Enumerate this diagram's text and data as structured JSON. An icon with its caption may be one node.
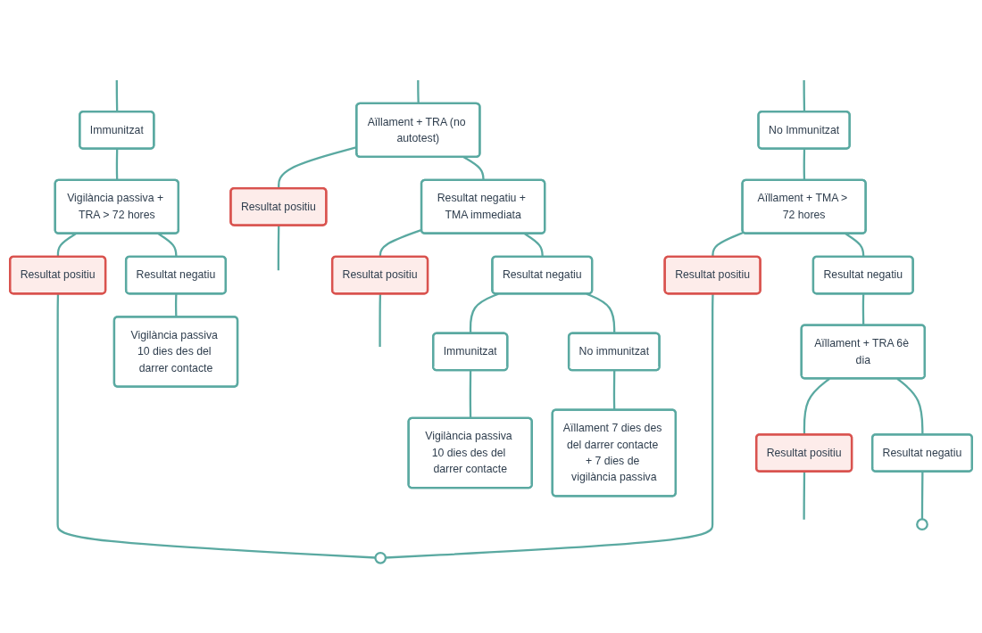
{
  "diagram": {
    "nodes": [
      {
        "text": [
          "Aïllament + TRA (no autotest)"
        ]
      },
      {
        "text": [
          "Resultat positiu"
        ]
      },
      {
        "text": [
          "Resultat negatiu + TMA immediata"
        ]
      },
      {
        "text": [
          "Resultat positiu"
        ]
      },
      {
        "text": [
          "Resultat negatiu"
        ]
      },
      {
        "text": [
          "Immunitzat"
        ]
      },
      {
        "text": [
          "No immunitzat"
        ]
      },
      {
        "text": [
          "Vigilància passiva 10 dies des del darrer contacte"
        ]
      },
      {
        "text": [
          "Aïllament 7 dies des del darrer contacte + 7 dies de vigilància passiva"
        ]
      },
      {
        "text": [
          "Immunitzat"
        ]
      },
      {
        "text": [
          "No Immunitzat"
        ]
      },
      {
        "text": [
          "Vigilància passiva + TRA > 72 hores"
        ]
      },
      {
        "text": [
          "Aïllament + TMA > 72 hores"
        ]
      },
      {
        "text": [
          "Resultat positiu"
        ]
      },
      {
        "text": [
          "Resultat negatiu"
        ]
      },
      {
        "text": [
          "Vigilància passiva 10 dies des del darrer contacte"
        ]
      },
      {
        "text": [
          "Resultat positiu"
        ]
      },
      {
        "text": [
          "Resultat negatiu"
        ]
      },
      {
        "text": [
          "Aïllament + TRA 6è dia"
        ]
      },
      {
        "text": [
          "Resultat positiu"
        ]
      },
      {
        "text": [
          "Resultat negatiu"
        ]
      },
      {
        "text": [],
        "shape": "circle"
      },
      {
        "text": [],
        "shape": "circle"
      }
    ],
    "edges": [
      {
        "from": null,
        "to": 0,
        "arrow": "none"
      },
      {
        "from": 0,
        "to": 1,
        "arrow": "none"
      },
      {
        "from": 0,
        "to": 2,
        "arrow": "none"
      },
      {
        "from": 1,
        "to": null,
        "arrow": "none"
      },
      {
        "from": 2,
        "to": 3,
        "arrow": "none"
      },
      {
        "from": 2,
        "to": 4,
        "arrow": "none"
      },
      {
        "from": 3,
        "to": null,
        "arrow": "none"
      },
      {
        "from": 4,
        "to": 5,
        "arrow": "none"
      },
      {
        "from": 4,
        "to": 6,
        "arrow": "none"
      },
      {
        "from": 5,
        "to": 7,
        "arrow": "none"
      },
      {
        "from": 6,
        "to": 8,
        "arrow": "none"
      },
      {
        "from": null,
        "to": 9,
        "arrow": "none"
      },
      {
        "from": null,
        "to": 10,
        "arrow": "none"
      },
      {
        "from": 9,
        "to": 11,
        "arrow": "none"
      },
      {
        "from": 10,
        "to": 12,
        "arrow": "none"
      },
      {
        "from": 11,
        "to": 13,
        "arrow": "none"
      },
      {
        "from": 11,
        "to": 14,
        "arrow": "none"
      },
      {
        "from": 14,
        "to": 15,
        "arrow": "none"
      },
      {
        "from": 12,
        "to": 16,
        "arrow": "none"
      },
      {
        "from": 12,
        "to": 17,
        "arrow": "none"
      },
      {
        "from": 17,
        "to": 18,
        "arrow": "none"
      },
      {
        "from": 18,
        "to": 19,
        "arrow": "none"
      },
      {
        "from": 18,
        "to": 20,
        "arrow": "none"
      },
      {
        "from": 20,
        "to": 21,
        "arrow": "none"
      },
      {
        "from": 19,
        "to": null,
        "arrow": "none"
      },
      {
        "from": 13,
        "to": 22,
        "arrow": "none"
      },
      {
        "from": 16,
        "to": 22,
        "arrow": "none"
      }
    ]
  }
}
